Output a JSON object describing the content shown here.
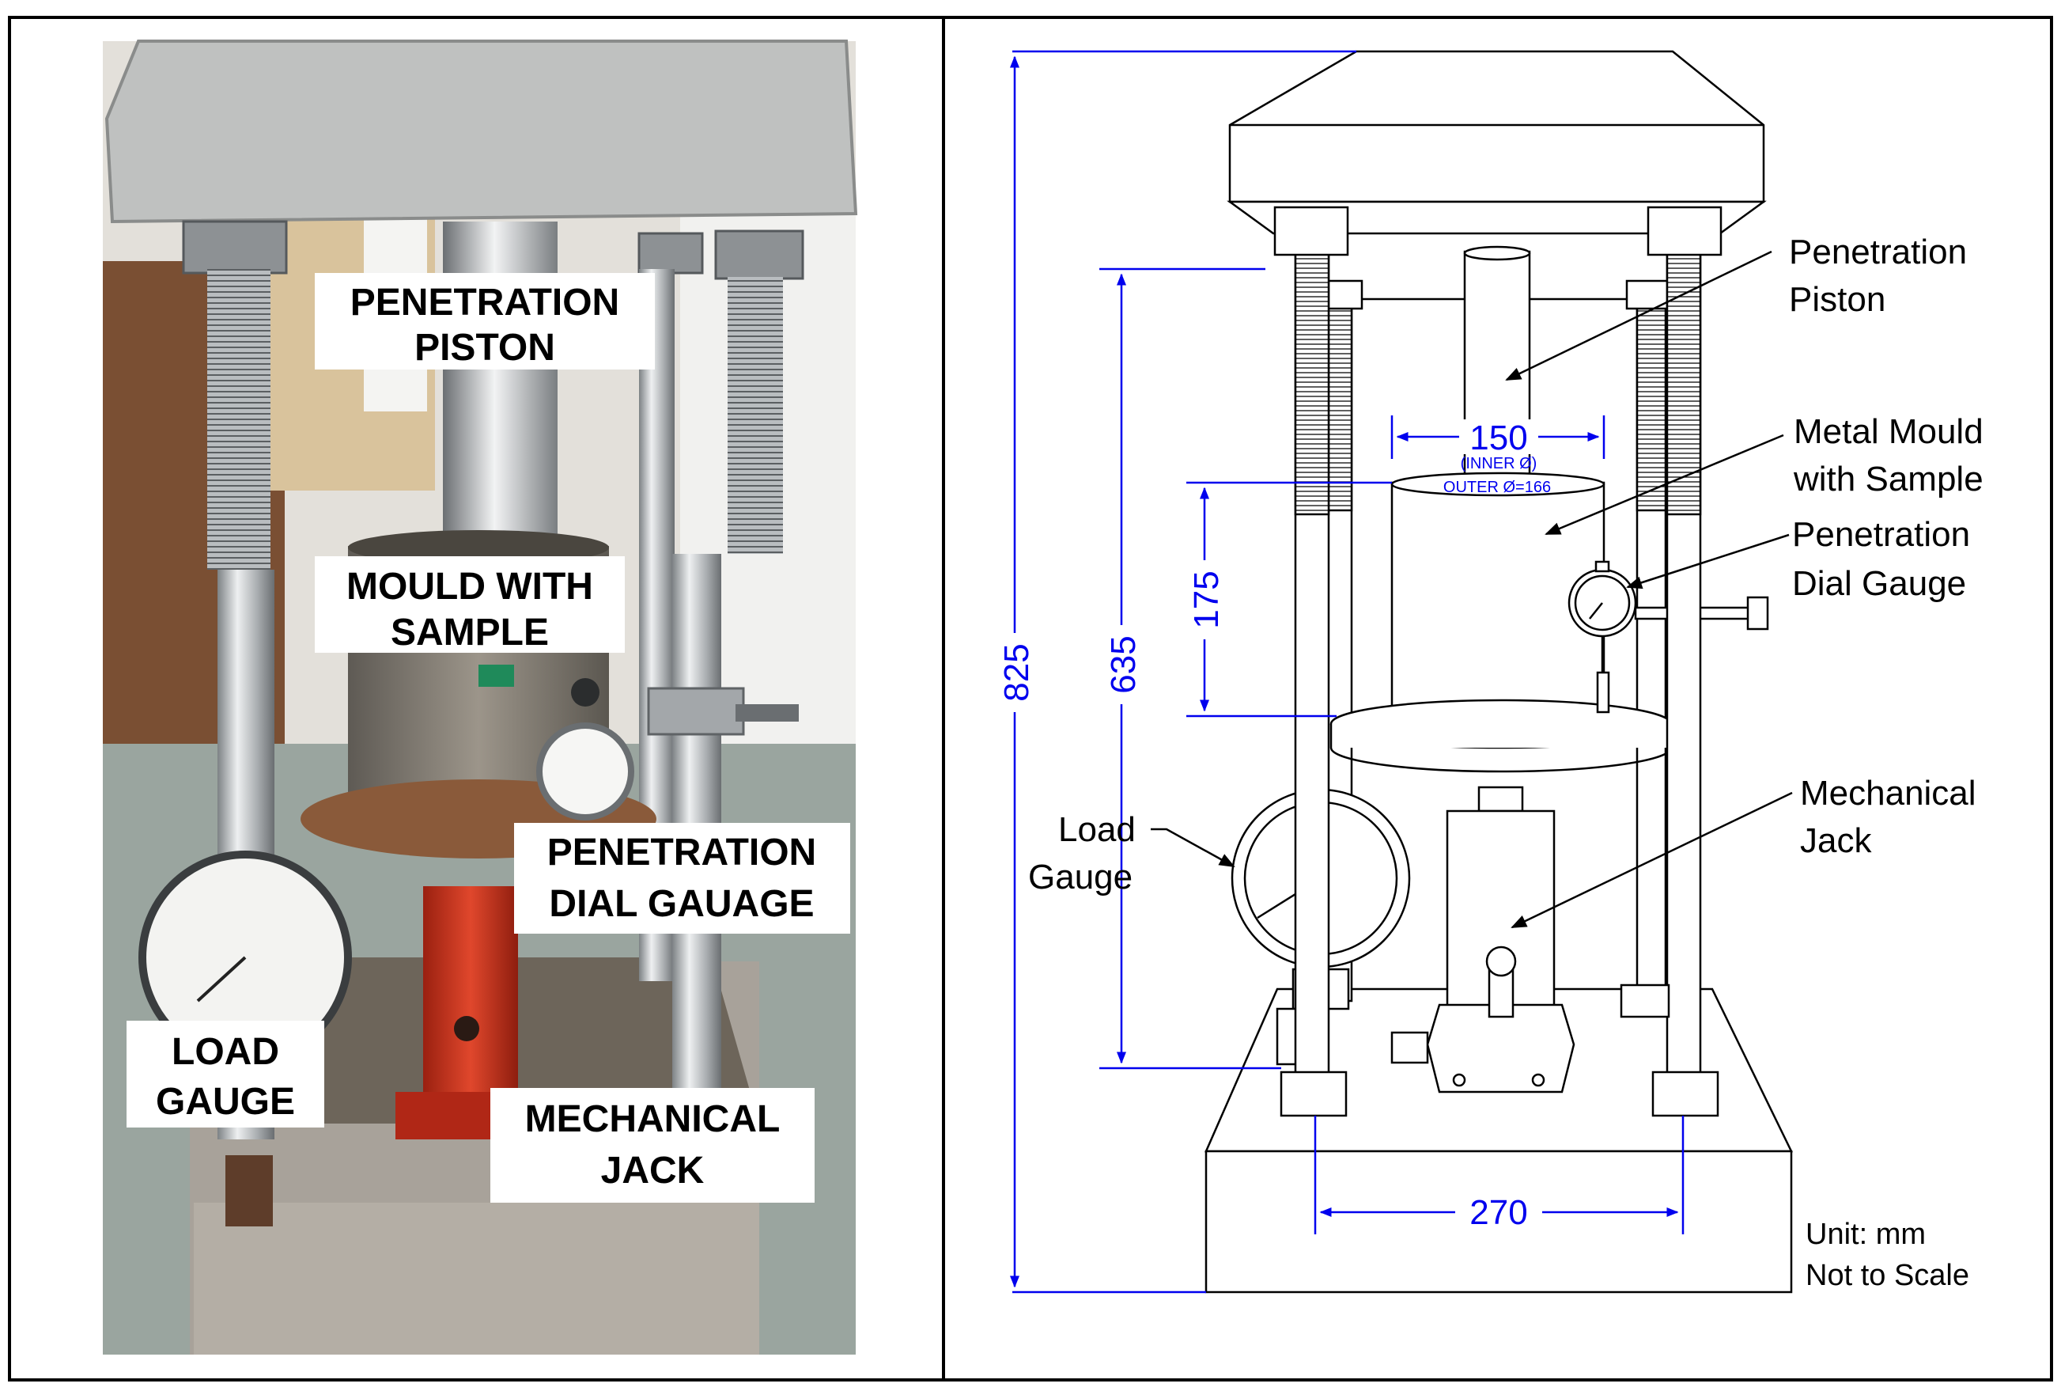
{
  "photo": {
    "labels": {
      "penetration_piston": [
        "PENETRATION",
        "PISTON"
      ],
      "mould_with_sample": [
        "MOULD WITH",
        "SAMPLE"
      ],
      "penetration_dial_gauge": [
        "PENETRATION",
        "DIAL GAUAGE"
      ],
      "load_gauge": [
        "LOAD",
        "GAUGE"
      ],
      "mechanical_jack": [
        "MECHANICAL",
        "JACK"
      ]
    }
  },
  "drawing": {
    "callouts": {
      "penetration_piston": [
        "Penetration",
        "Piston"
      ],
      "metal_mould": [
        "Metal Mould",
        "with Sample"
      ],
      "penetration_dial_gauge": [
        "Penetration",
        "Dial Gauge"
      ],
      "mechanical_jack": [
        "Mechanical",
        "Jack"
      ],
      "load_gauge": [
        "Load",
        "Gauge"
      ]
    },
    "dimensions": {
      "overall_height": "825",
      "column_height": "635",
      "mould_height": "175",
      "inner_diameter": "150",
      "inner_note": "(INNER Ø)",
      "outer_note": "OUTER Ø=166",
      "column_spacing": "270"
    },
    "notes": [
      "Unit: mm",
      "Not to Scale"
    ]
  },
  "colors": {
    "dimension": "#0000ee",
    "line": "#000000",
    "steel": "#c9ccce",
    "jack": "#d8341d"
  }
}
